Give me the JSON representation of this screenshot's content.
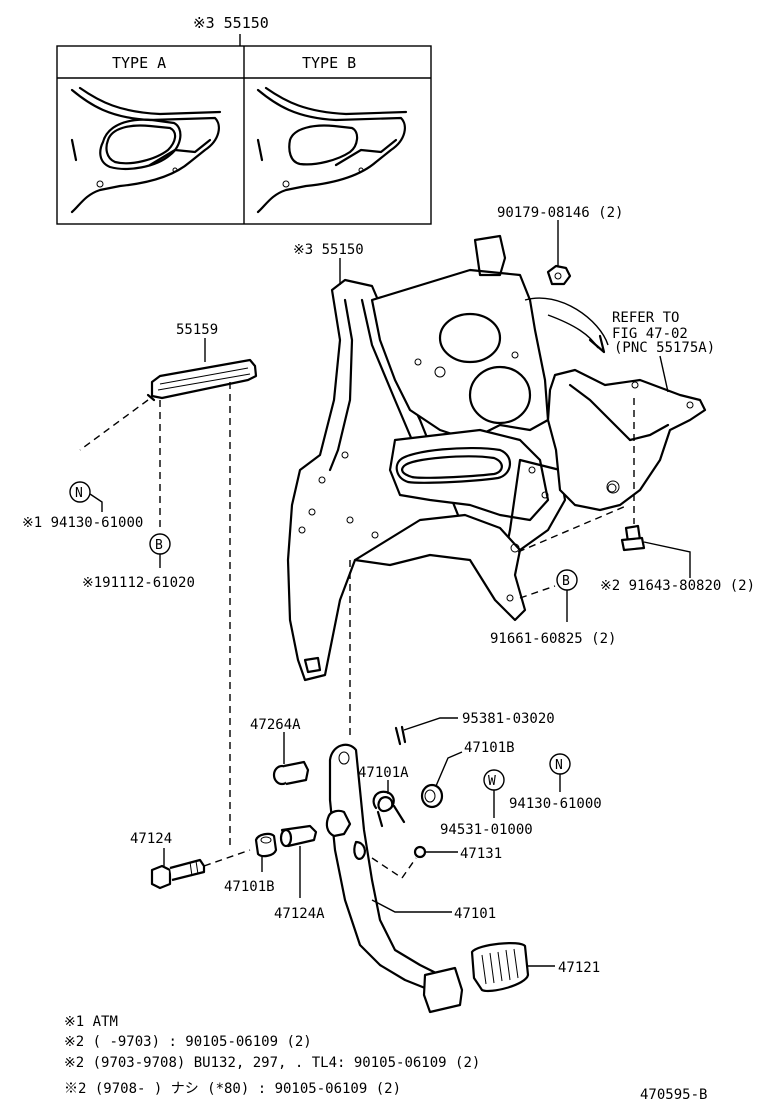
{
  "inset": {
    "ref_label": "※3 55150",
    "type_a": "TYPE A",
    "type_b": "TYPE B"
  },
  "parts": {
    "p55150": "※3 55150",
    "p90179": "90179-08146 (2)",
    "refer1": "REFER TO",
    "refer2": "FIG 47-02",
    "refer3": "(PNC 55175A)",
    "p55159": "55159",
    "p94130a": "※1 94130-61000",
    "p91112": "※191112-61020",
    "p91643": "※2 91643-80820 (2)",
    "p91661": "91661-60825 (2)",
    "p47264A": "47264A",
    "p95381": "95381-03020",
    "p47101B_top": "47101B",
    "p47101A": "47101A",
    "p94130b": "94130-61000",
    "p94531": "94531-01000",
    "p47124": "47124",
    "p47131": "47131",
    "p47101B_bot": "47101B",
    "p47124A": "47124A",
    "p47101": "47101",
    "p47121": "47121"
  },
  "badges": {
    "n": "N",
    "b": "B",
    "w": "W"
  },
  "notes": [
    "※1 ATM",
    "※2 (     -9703) :  90105-06109 (2)",
    "※2 (9703-9708) BU132, 297, . TL4:  90105-06109 (2)",
    "※2 (9708-      ) ナシ (*80) :  90105-06109 (2)"
  ],
  "figure_code": "470595-B"
}
